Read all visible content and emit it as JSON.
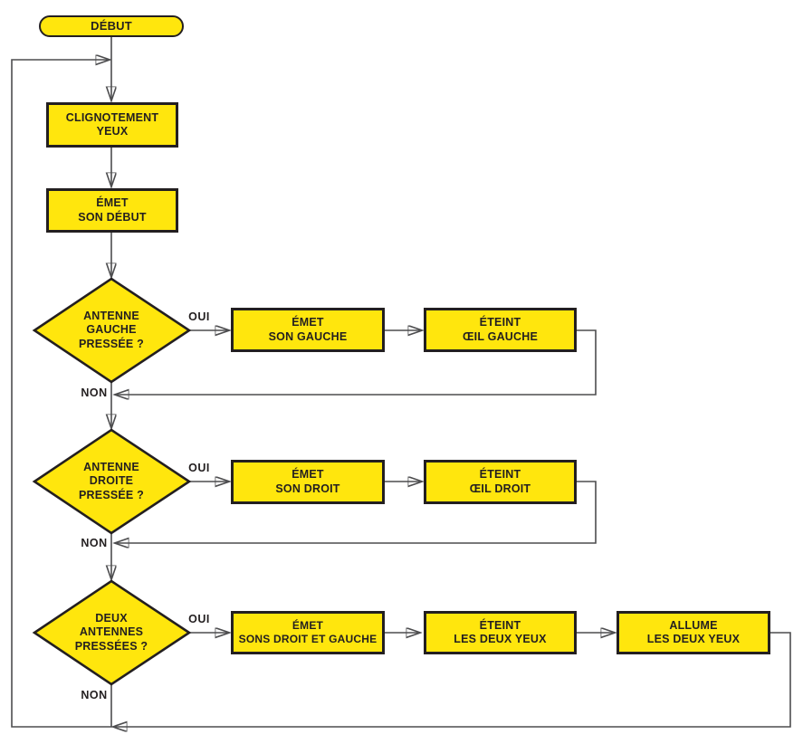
{
  "theme": {
    "node-fill": "#ffe60d",
    "node-border": "#231f20",
    "text": "#231f20",
    "line": "#4d4d4f",
    "arrow": "#1d1d1f",
    "bg": "#ffffff"
  },
  "nodes": {
    "start": {
      "label": "DÉBUT",
      "type": "terminator"
    },
    "blink_eyes": {
      "label": "CLIGNOTEMENT\nYEUX",
      "type": "process"
    },
    "sound_start": {
      "label": "ÉMET\nSON DÉBUT",
      "type": "process"
    },
    "decision_left_antenna": {
      "label": "ANTENNE\nGAUCHE\nPRESSÉE ?",
      "type": "decision"
    },
    "sound_left": {
      "label": "ÉMET\nSON GAUCHE",
      "type": "process"
    },
    "off_left_eye": {
      "label": "ÉTEINT\nŒIL GAUCHE",
      "type": "process"
    },
    "decision_right_antenna": {
      "label": "ANTENNE\nDROITE\nPRESSÉE ?",
      "type": "decision"
    },
    "sound_right": {
      "label": "ÉMET\nSON DROIT",
      "type": "process"
    },
    "off_right_eye": {
      "label": "ÉTEINT\nŒIL DROIT",
      "type": "process"
    },
    "decision_both_antennas": {
      "label": "DEUX\nANTENNES\nPRESSÉES ?",
      "type": "decision"
    },
    "sound_both": {
      "label": "ÉMET\nSONS DROIT ET GAUCHE",
      "type": "process"
    },
    "off_both_eyes": {
      "label": "ÉTEINT\nLES DEUX YEUX",
      "type": "process"
    },
    "on_both_eyes": {
      "label": "ALLUME\nLES DEUX YEUX",
      "type": "process"
    }
  },
  "edge_labels": {
    "oui1": "OUI",
    "non1": "NON",
    "oui2": "OUI",
    "non2": "NON",
    "oui3": "OUI",
    "non3": "NON"
  }
}
